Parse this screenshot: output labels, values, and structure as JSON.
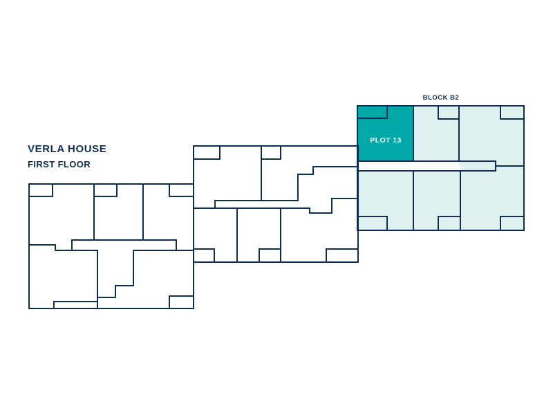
{
  "building": {
    "title": "VERLA HOUSE",
    "floor": "FIRST FLOOR"
  },
  "block": {
    "label": "BLOCK B2"
  },
  "selected_plot": {
    "label": "PLOT 13"
  },
  "colors": {
    "line": "#0f2e4f",
    "selected_fill": "#00a8a8",
    "block_fill": "#dff0f1",
    "background": "#ffffff",
    "selected_text": "#ffffff"
  }
}
